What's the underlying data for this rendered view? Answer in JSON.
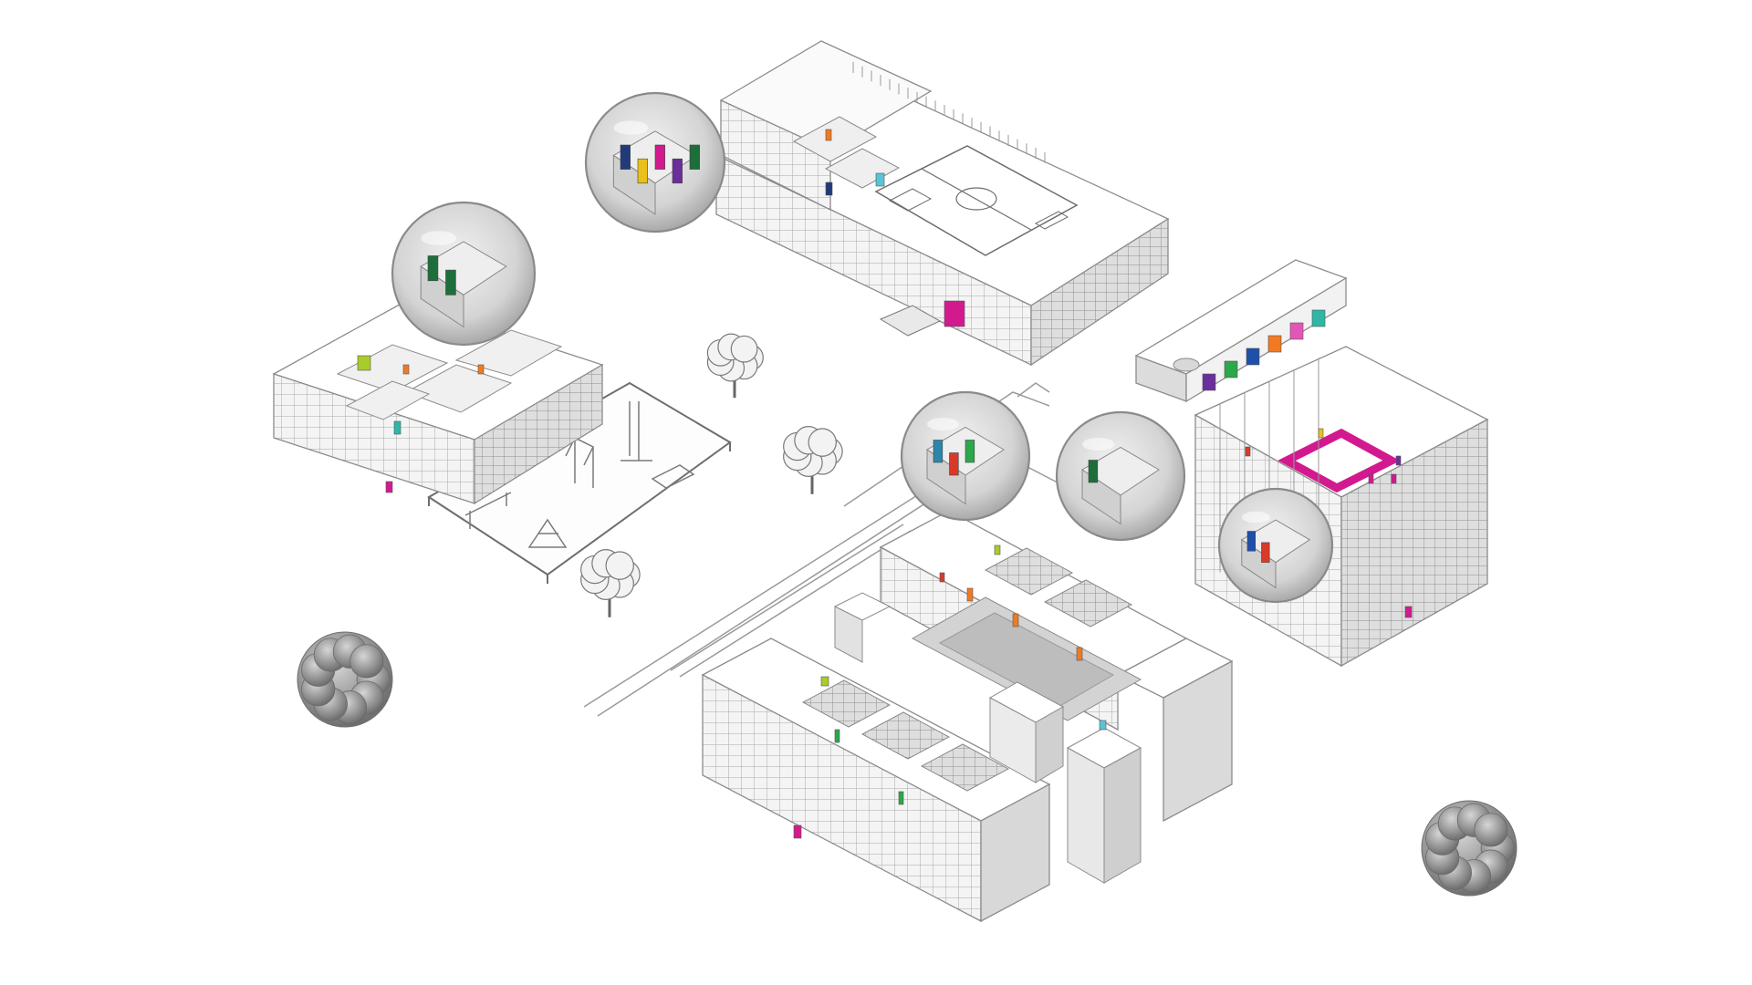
{
  "colors": {
    "background": "#ffffff",
    "building_face_light": "#fbfbfb",
    "building_face_mid": "#e3e3e3",
    "building_face_dark": "#cbcbcb",
    "outline": "#8c8c8c",
    "grid_line": "#b9b9b9",
    "lens_fill": "#d9d9d9",
    "lens_stroke": "#8a8a8a",
    "tree_light": "#c9c9c9",
    "tree_dark": "#7a7a7a",
    "door_palette": {
      "lime": "#a8cc2a",
      "orange": "#f07a22",
      "teal": "#2fb7a6",
      "magenta": "#d21a8e",
      "green": "#2aa84a",
      "dark_green": "#1e6e3b",
      "blue": "#1f4fa8",
      "navy": "#203a7a",
      "purple": "#6a2f9a",
      "pink": "#e455b8",
      "yellow": "#e9c11a",
      "red": "#d83a2a",
      "cyan": "#58c4d8",
      "steel_blue": "#2d86a8"
    }
  },
  "scene": {
    "buildings": [
      {
        "name": "sports-hall",
        "doors": [
          "orange",
          "navy",
          "cyan",
          "magenta",
          "magenta"
        ]
      },
      {
        "name": "kindergarten",
        "doors": [
          "lime",
          "orange",
          "orange",
          "teal",
          "magenta"
        ]
      },
      {
        "name": "long-pavilion",
        "doors": [
          "purple",
          "green",
          "blue",
          "orange",
          "pink",
          "teal"
        ]
      },
      {
        "name": "tower-block",
        "doors": [
          "yellow",
          "magenta",
          "magenta",
          "red",
          "purple",
          "magenta"
        ]
      },
      {
        "name": "main-courtyard-building",
        "doors": [
          "lime",
          "red",
          "orange",
          "orange",
          "orange",
          "lime",
          "green",
          "green",
          "magenta",
          "cyan"
        ]
      }
    ],
    "magnifier_lenses": [
      {
        "name": "lens-sports-hall",
        "doors": [
          "navy",
          "yellow",
          "magenta",
          "purple",
          "dark_green"
        ]
      },
      {
        "name": "lens-kindergarten",
        "doors": [
          "dark_green",
          "dark_green"
        ]
      },
      {
        "name": "lens-courtyard-north",
        "doors": [
          "steel_blue",
          "red",
          "green"
        ]
      },
      {
        "name": "lens-tower-left",
        "doors": [
          "dark_green"
        ]
      },
      {
        "name": "lens-tower-inner",
        "doors": [
          "blue",
          "red"
        ]
      }
    ],
    "trees": [
      "tree-upper-left",
      "tree-middle",
      "tree-lower-left",
      "shrub-left",
      "shrub-right"
    ]
  }
}
